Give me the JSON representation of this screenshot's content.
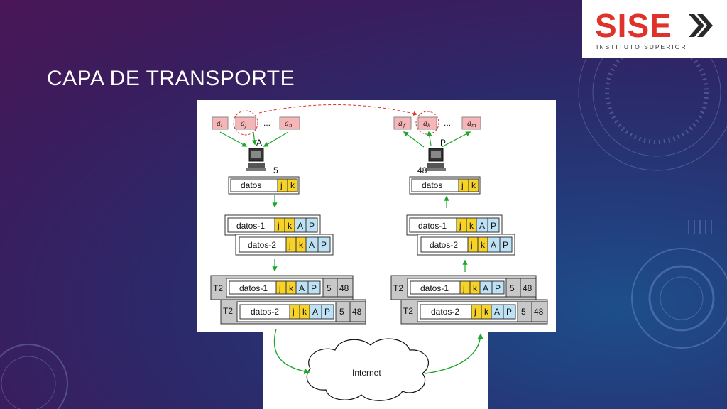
{
  "slide": {
    "title": "CAPA DE TRANSPORTE"
  },
  "logo": {
    "brand": "SISE",
    "subtitle": "INSTITUTO SUPERIOR",
    "colors": {
      "red": "#e0322c",
      "dark": "#2a2a2a"
    }
  },
  "diagram": {
    "left_host": {
      "apps": [
        "a",
        "a",
        "a"
      ],
      "app_subs": [
        "i",
        "j",
        "n"
      ],
      "host_label": "A",
      "port": "5",
      "data_label": "datos",
      "headers": [
        "j",
        "k"
      ],
      "transport_rows": [
        {
          "data": "datos-1",
          "hdr": [
            "j",
            "k",
            "A",
            "P"
          ]
        },
        {
          "data": "datos-2",
          "hdr": [
            "j",
            "k",
            "A",
            "P"
          ]
        }
      ],
      "network_rows": [
        {
          "t": "T2",
          "data": "datos-1",
          "hdr": [
            "j",
            "k",
            "A",
            "P",
            "5",
            "48"
          ]
        },
        {
          "t": "T2",
          "data": "datos-2",
          "hdr": [
            "j",
            "k",
            "A",
            "P",
            "5",
            "48"
          ]
        }
      ]
    },
    "right_host": {
      "apps": [
        "a",
        "a",
        "a"
      ],
      "app_subs": [
        "f",
        "k",
        "m"
      ],
      "host_label": "P",
      "port": "48",
      "data_label": "datos",
      "headers": [
        "j",
        "k"
      ],
      "transport_rows": [
        {
          "data": "datos-1",
          "hdr": [
            "j",
            "k",
            "A",
            "P"
          ]
        },
        {
          "data": "datos-2",
          "hdr": [
            "j",
            "k",
            "A",
            "P"
          ]
        }
      ],
      "network_rows": [
        {
          "t": "T2",
          "data": "datos-1",
          "hdr": [
            "j",
            "k",
            "A",
            "P",
            "5",
            "48"
          ]
        },
        {
          "t": "T2",
          "data": "datos-2",
          "hdr": [
            "j",
            "k",
            "A",
            "P",
            "5",
            "48"
          ]
        }
      ]
    },
    "ellipsis": "...",
    "cloud_label": "Internet",
    "colors": {
      "app_box": "#f6b6b8",
      "yellow": "#f7d32a",
      "blue": "#bde2f5",
      "gray": "#c8c8c8",
      "arrow": "#1fa52a",
      "dashed": "#e0322c"
    }
  }
}
